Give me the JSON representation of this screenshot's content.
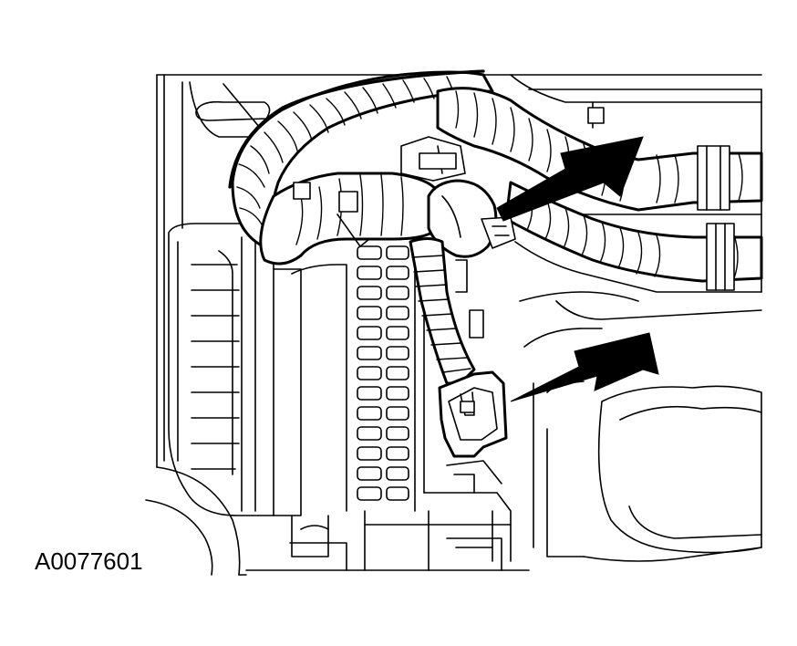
{
  "figure": {
    "code": "A0077601"
  },
  "colors": {
    "line": "#000000",
    "background": "#ffffff"
  },
  "callouts": [
    {
      "name": "upper-arrow",
      "target": "harness-connector"
    },
    {
      "name": "lower-arrow",
      "target": "electrical-connector"
    }
  ]
}
